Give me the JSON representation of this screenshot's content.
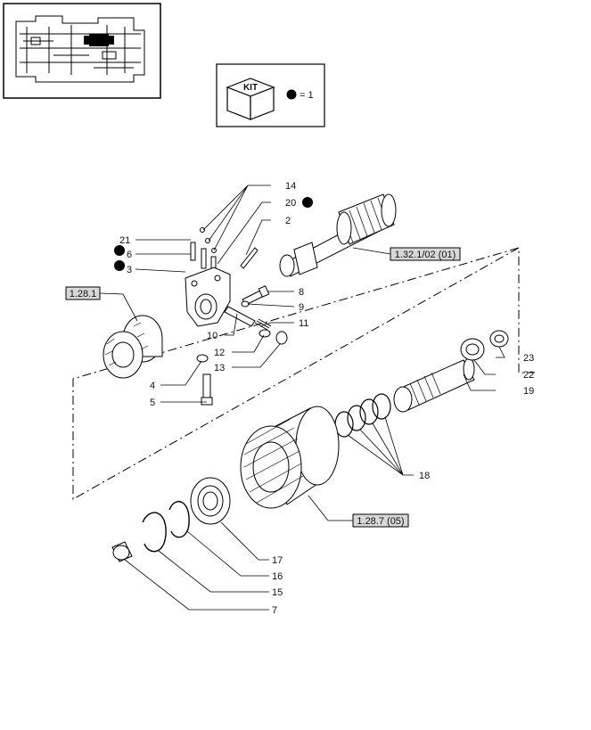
{
  "kit_legend": {
    "cube_label": "KIT",
    "equals_text": "= 1"
  },
  "reference_boxes": {
    "shaft_ref": "1.32.1/02 (01)",
    "gear_ref": "1.28.1",
    "drum_ref": "1.28.7 (05)"
  },
  "callouts": {
    "c14": "14",
    "c20": "20",
    "c2": "2",
    "c21": "21",
    "c6": "6",
    "c3": "3",
    "c8": "8",
    "c9": "9",
    "c10": "10",
    "c11": "11",
    "c12": "12",
    "c13": "13",
    "c4": "4",
    "c5": "5",
    "c23": "23",
    "c22": "22",
    "c19": "19",
    "c18": "18",
    "c17": "17",
    "c16": "16",
    "c15": "15",
    "c7": "7"
  },
  "kit_marked_items": [
    "20",
    "6",
    "3"
  ]
}
